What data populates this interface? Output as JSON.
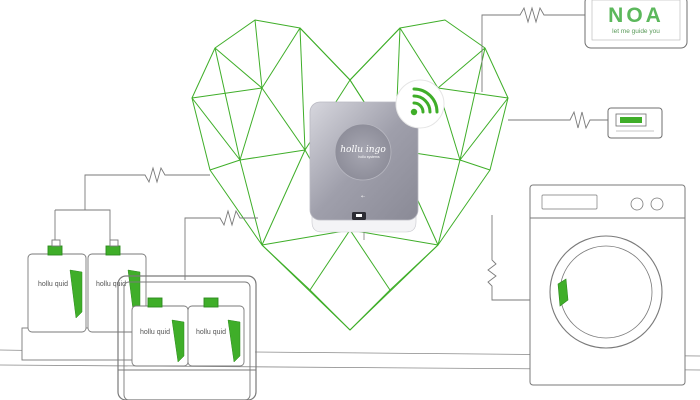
{
  "tablet": {
    "logo_text": "NOA",
    "tagline": "let me guide you"
  },
  "hub": {
    "brand": "hollu ingo",
    "brand_sub": "hollu systems"
  },
  "canisters": {
    "label": "hollu quid"
  },
  "colors": {
    "accent_green": "#3fae29",
    "line_gray": "#7a7a7a",
    "device_gray": "#9c9ca8"
  },
  "icons": {
    "wifi": "wifi-icon",
    "sketch": "pencil-line-drawing"
  }
}
